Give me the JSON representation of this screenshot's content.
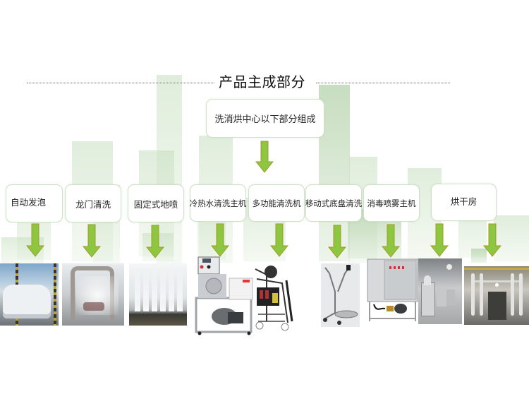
{
  "header": {
    "title": "产品主成部分"
  },
  "root": {
    "label": "洗消烘中心以下部分组成"
  },
  "components": [
    {
      "label": "自动发泡",
      "image": "foam-wash-van-photo"
    },
    {
      "label": "龙门清洗",
      "image": "gantry-wash-photo"
    },
    {
      "label": "固定式地喷",
      "image": "ground-spray-photo"
    },
    {
      "label": "冷热水清洗主机",
      "image": "hot-cold-washer-photo"
    },
    {
      "label": "多功能清洗机",
      "image": "multi-function-washer-photo"
    },
    {
      "label": "移动式底盘清洗",
      "image": "mobile-chassis-washer-photo"
    },
    {
      "label": "消毒喷雾主机",
      "image": "disinfection-sprayer-photo"
    },
    {
      "label": "烘干房",
      "image": "drying-room-photos"
    }
  ],
  "colors": {
    "arrow_fill": "#8dc63f",
    "arrow_stroke": "#a39a2a",
    "box_border": "#cfe2c6",
    "background_blocks": "#c6debe"
  }
}
